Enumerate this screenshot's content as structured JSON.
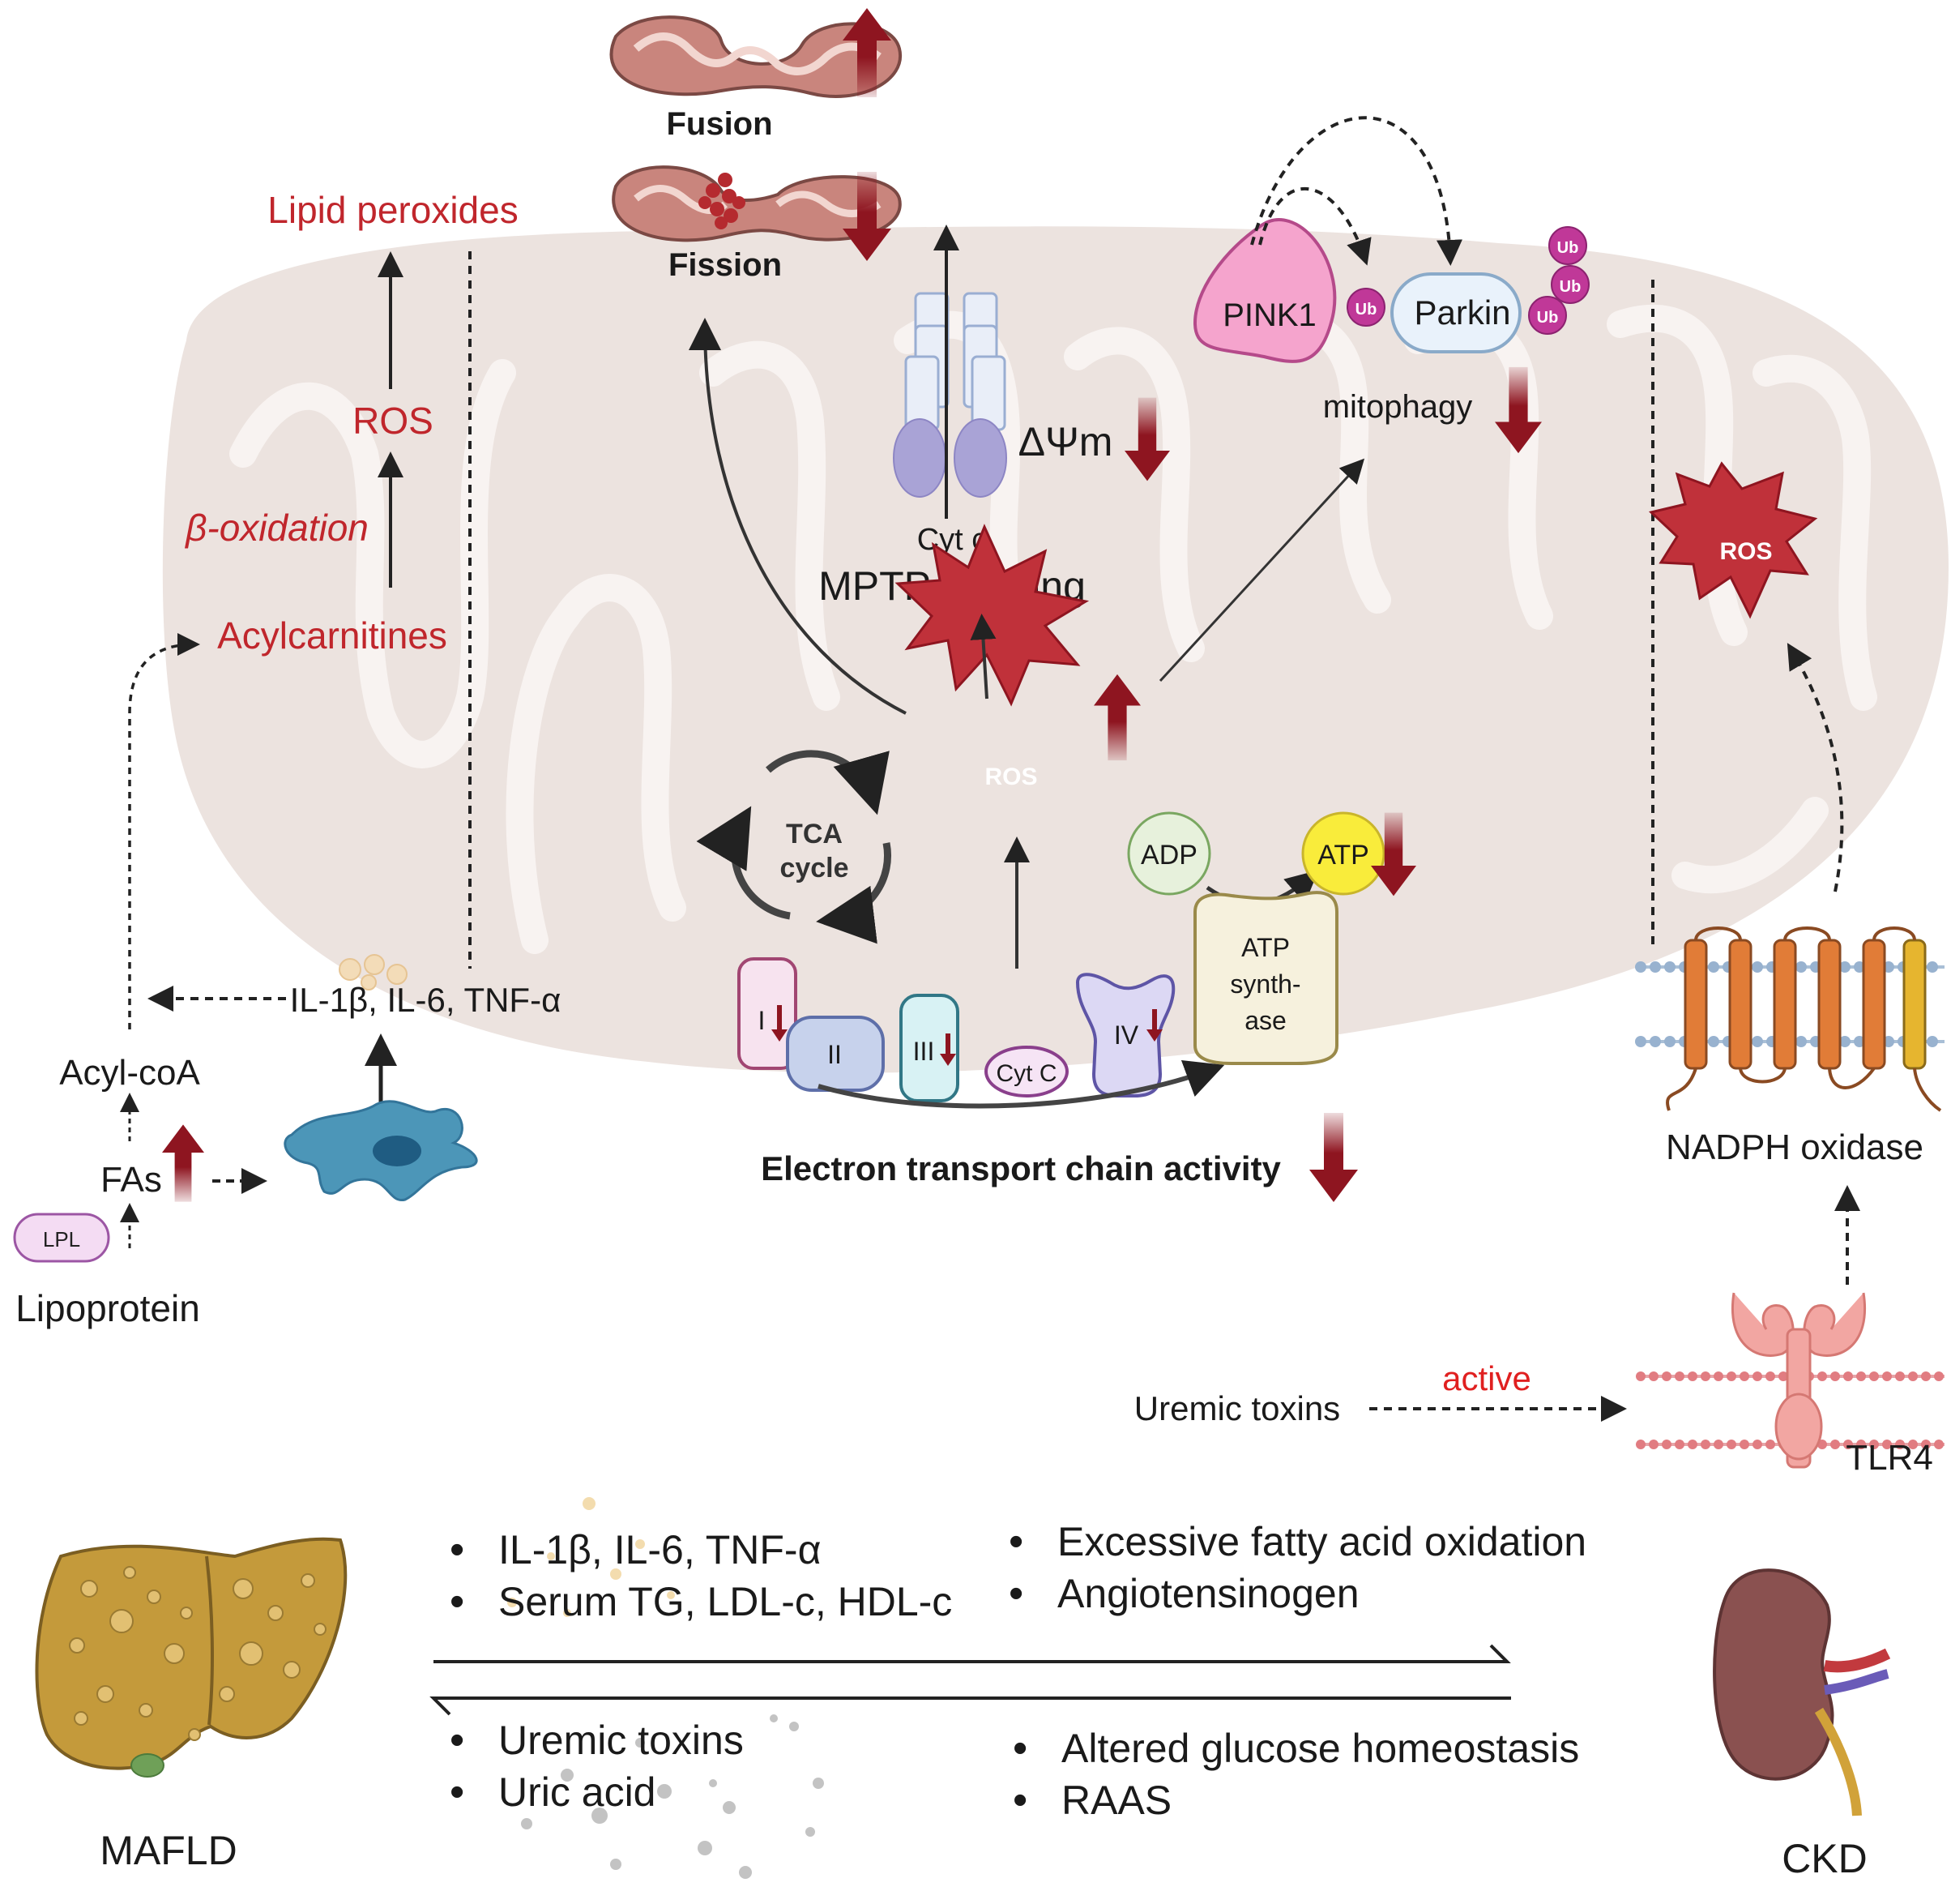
{
  "mito": {
    "fusion": "Fusion",
    "fission": "Fission",
    "lipid_peroxides": "Lipid peroxides",
    "ros_left": "ROS",
    "beta_oxidation": "β-oxidation",
    "acylcarnitines": "Acylcarnitines",
    "cyt_c_top": "Cyt c",
    "mptp": "MPTP opening",
    "delta_psi": "ΔΨm",
    "pink1": "PINK1",
    "parkin": "Parkin",
    "ub": "Ub",
    "mitophagy": "mitophagy",
    "ros_center": "ROS",
    "ros_right": "ROS",
    "tca_line1": "TCA",
    "tca_line2": "cycle",
    "adp": "ADP",
    "atp": "ATP",
    "atp_synthase_l1": "ATP",
    "atp_synthase_l2": "synth-",
    "atp_synthase_l3": "ase",
    "complex_i": "I",
    "complex_ii": "II",
    "complex_iii": "III",
    "complex_iv": "IV",
    "cyt_c_chain": "Cyt C",
    "etc_activity": "Electron transport chain activity"
  },
  "left": {
    "cytokines": "IL-1β, IL-6, TNF-α",
    "acyl_coa": "Acyl-coA",
    "fas": "FAs",
    "lpl": "LPL",
    "lipoprotein": "Lipoprotein"
  },
  "right": {
    "nadph_oxidase": "NADPH oxidase",
    "uremic_toxins": "Uremic toxins",
    "active": "active",
    "tlr4": "TLR4"
  },
  "bottom": {
    "mafld": "MAFLD",
    "ckd": "CKD",
    "to_ckd_left": [
      "IL-1β, IL-6, TNF-α",
      "Serum TG, LDL-c, HDL-c"
    ],
    "to_ckd_right": [
      "Excessive fatty acid oxidation",
      "Angiotensinogen"
    ],
    "to_mafld_left": [
      "Uremic toxins",
      "Uric acid"
    ],
    "to_mafld_right": [
      "Altered glucose homeostasis",
      "RAAS"
    ]
  },
  "colors": {
    "red_label": "#c0262c",
    "arrow_red": "#8e1520",
    "mito_fill": "#ece3df",
    "ros_fill": "#c0313a"
  }
}
